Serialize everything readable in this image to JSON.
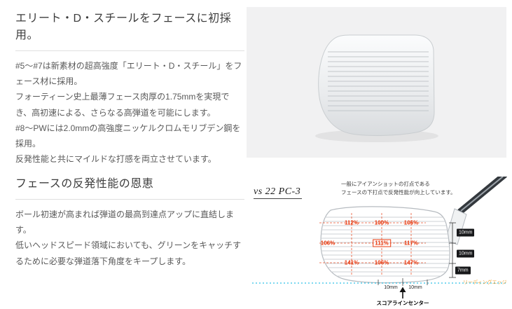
{
  "section1": {
    "heading": "エリート・D・スチールをフェースに初採用。",
    "paragraphs": [
      "#5〜#7は新素材の超高強度「エリート・D・スチール」をフェース材に採用。",
      "フォーティーン史上最薄フェース肉厚の1.75mmを実現でき、高初速による、さらなる高弾道を可能にします。",
      "#8〜PWには2.0mmの高強度ニッケルクロムモリブデン鋼を採用。",
      "反発性能と共にマイルドな打感を両立させています。"
    ]
  },
  "section2": {
    "heading": "フェースの反発性能の恩恵",
    "paragraphs": [
      "ボール初速が高まれば弾道の最高到達点アップに直結します。",
      "低いヘッドスピード領域においても、グリーンをキャッチするために必要な弾道落下角度をキープします。"
    ]
  },
  "diagram": {
    "comparison_label": "vs 22 PC-3",
    "note": [
      "一般にアイアンショットの打点である",
      "フェースの下打点で反発性能が向上しています。"
    ],
    "values": {
      "r1c1": "112%",
      "r1c2": "100%",
      "r1c3": "106%",
      "r2c1": "106%",
      "r2c2": "111%",
      "r2c3": "117%",
      "r3c1": "141%",
      "r3c2": "106%",
      "r3c3": "147%"
    },
    "side_measurements": [
      "10mm",
      "10mm",
      "7mm"
    ],
    "bottom_measurements": [
      "10mm",
      "10mm"
    ],
    "leading_edge_label": "リーディングエッジ",
    "scoreline_center_label": "スコアラインセンター",
    "accent_red": "#e8380d",
    "leading_edge_color": "#f0a43b",
    "leading_edge_line_color": "#2fc1e6"
  }
}
